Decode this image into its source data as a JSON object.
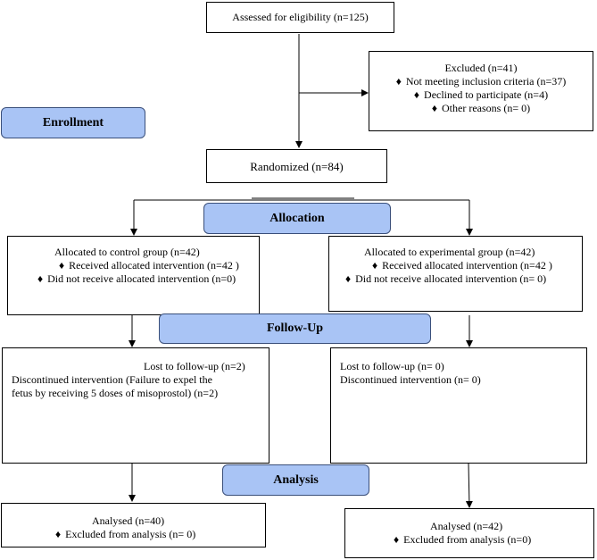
{
  "stages": {
    "enrollment": "Enrollment",
    "allocation": "Allocation",
    "follow_up": "Follow-Up",
    "analysis": "Analysis"
  },
  "assessed": "Assessed for eligibility (n=125)",
  "excluded": {
    "title": "Excluded (n=41)",
    "items": [
      "Not meeting inclusion criteria (n=37)",
      "Declined to participate (n=4)",
      "Other reasons (n= 0)"
    ]
  },
  "randomized": "Randomized (n=84)",
  "control": {
    "allocated": "Allocated to control group (n=42)",
    "received": "Received allocated intervention (n=42  )",
    "not_received": "Did not receive allocated intervention (n=0)",
    "lost": "Lost to follow-up (n=2)",
    "discontinued_1": "Discontinued intervention (Failure to expel the",
    "discontinued_2": "fetus by receiving 5 doses of misoprostol) (n=2)",
    "analysed": "Analysed (n=40)",
    "excluded_analysis": "Excluded from analysis (n= 0)"
  },
  "experimental": {
    "allocated": "Allocated to experimental group (n=42)",
    "received": "Received allocated intervention (n=42  )",
    "not_received": "Did not receive allocated intervention   (n= 0)",
    "lost": "Lost to follow-up (n= 0)",
    "discontinued": "Discontinued intervention (n= 0)",
    "analysed": "Analysed (n=42)",
    "excluded_analysis": "Excluded from analysis (n=0)"
  },
  "bullet_glyph": "♦"
}
